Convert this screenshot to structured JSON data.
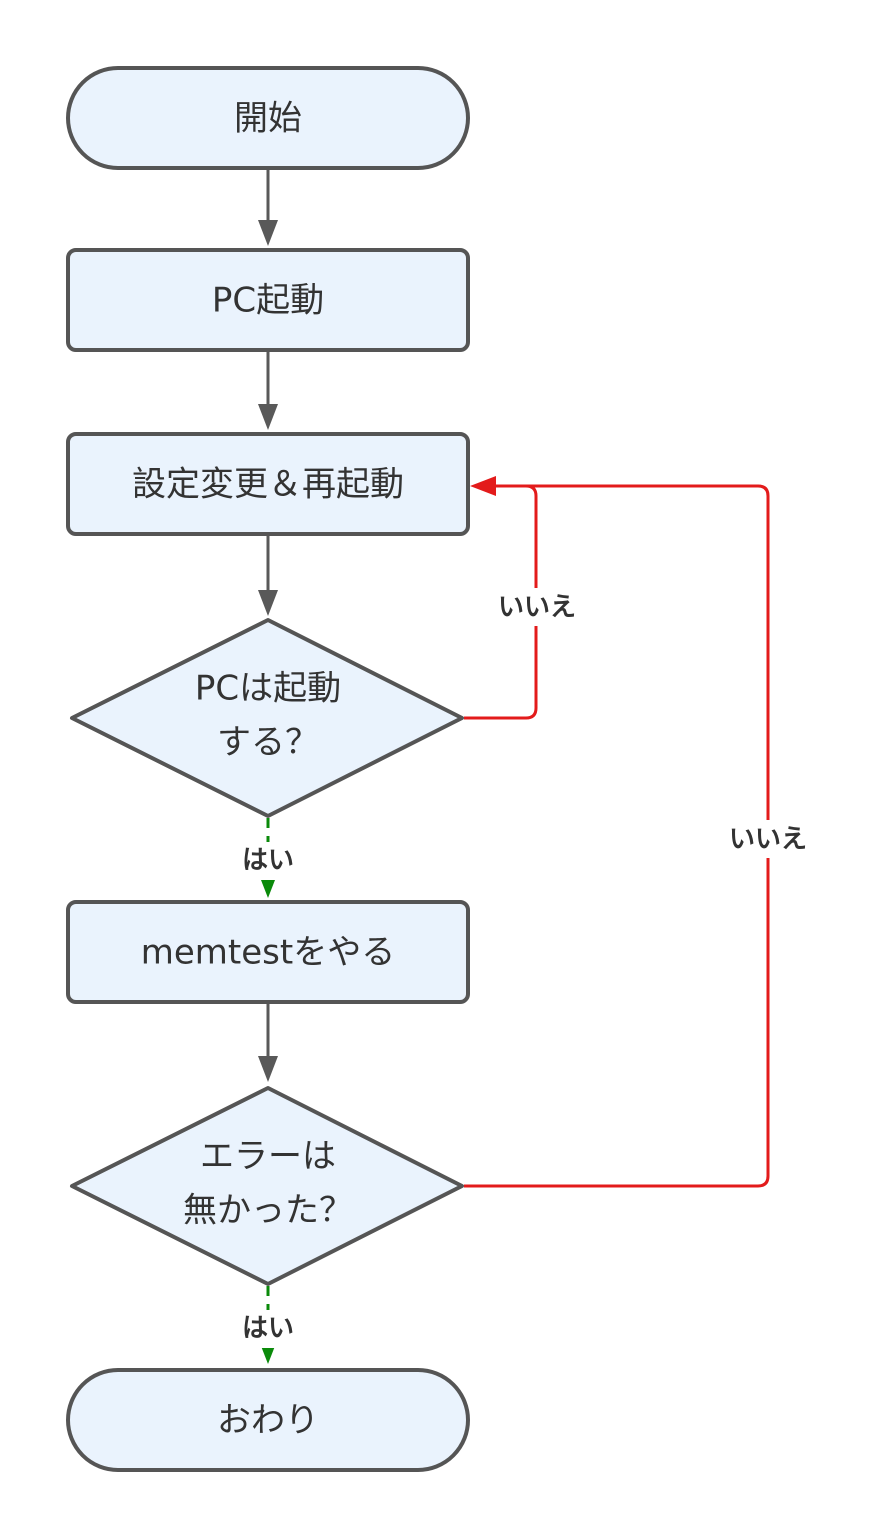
{
  "nodes": {
    "start": {
      "label": "開始"
    },
    "pc_boot": {
      "label": "PC起動"
    },
    "settings_restart": {
      "label": "設定変更＆再起動"
    },
    "pc_boots_question": {
      "line1": "PCは起動",
      "line2": "する？"
    },
    "run_memtest": {
      "label": "memtestをやる"
    },
    "no_errors_question": {
      "line1": "エラーは",
      "line2": "無かった？"
    },
    "end": {
      "label": "おわり"
    }
  },
  "edges": {
    "yes_label": "はい",
    "no_label": "いいえ"
  },
  "colors": {
    "node_fill": "#eaf3fd",
    "node_stroke": "#555555",
    "edge_default": "#595959",
    "edge_yes": "#0a8a0a",
    "edge_no": "#e31b1b"
  }
}
